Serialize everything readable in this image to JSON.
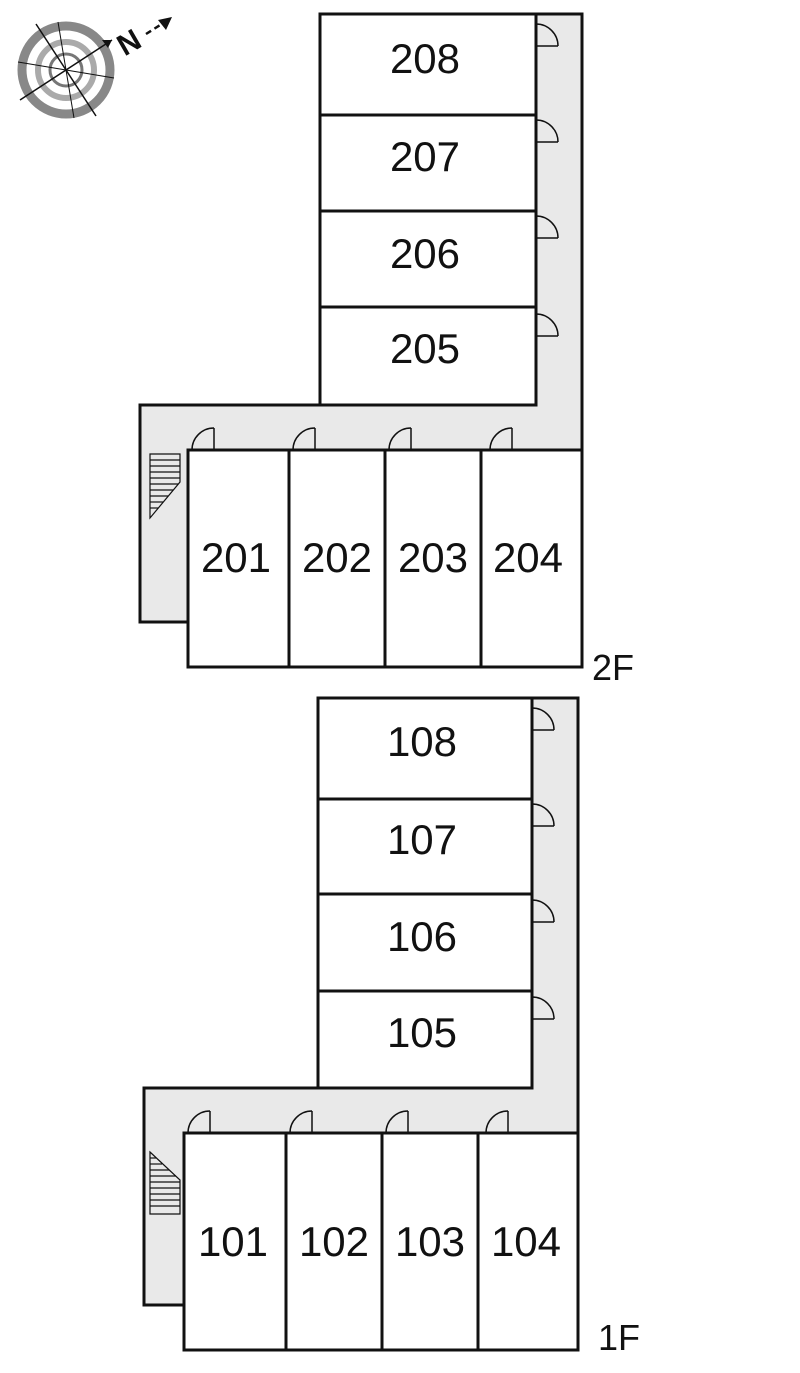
{
  "compass": {
    "north_letter": "N"
  },
  "floors": [
    {
      "label": "2F",
      "column_rooms": [
        "208",
        "207",
        "206",
        "205"
      ],
      "row_rooms": [
        "201",
        "202",
        "203",
        "204"
      ]
    },
    {
      "label": "1F",
      "column_rooms": [
        "108",
        "107",
        "106",
        "105"
      ],
      "row_rooms": [
        "101",
        "102",
        "103",
        "104"
      ]
    }
  ],
  "colors": {
    "corridor": "#e9e9e9",
    "wall": "#111111",
    "room": "#ffffff"
  }
}
